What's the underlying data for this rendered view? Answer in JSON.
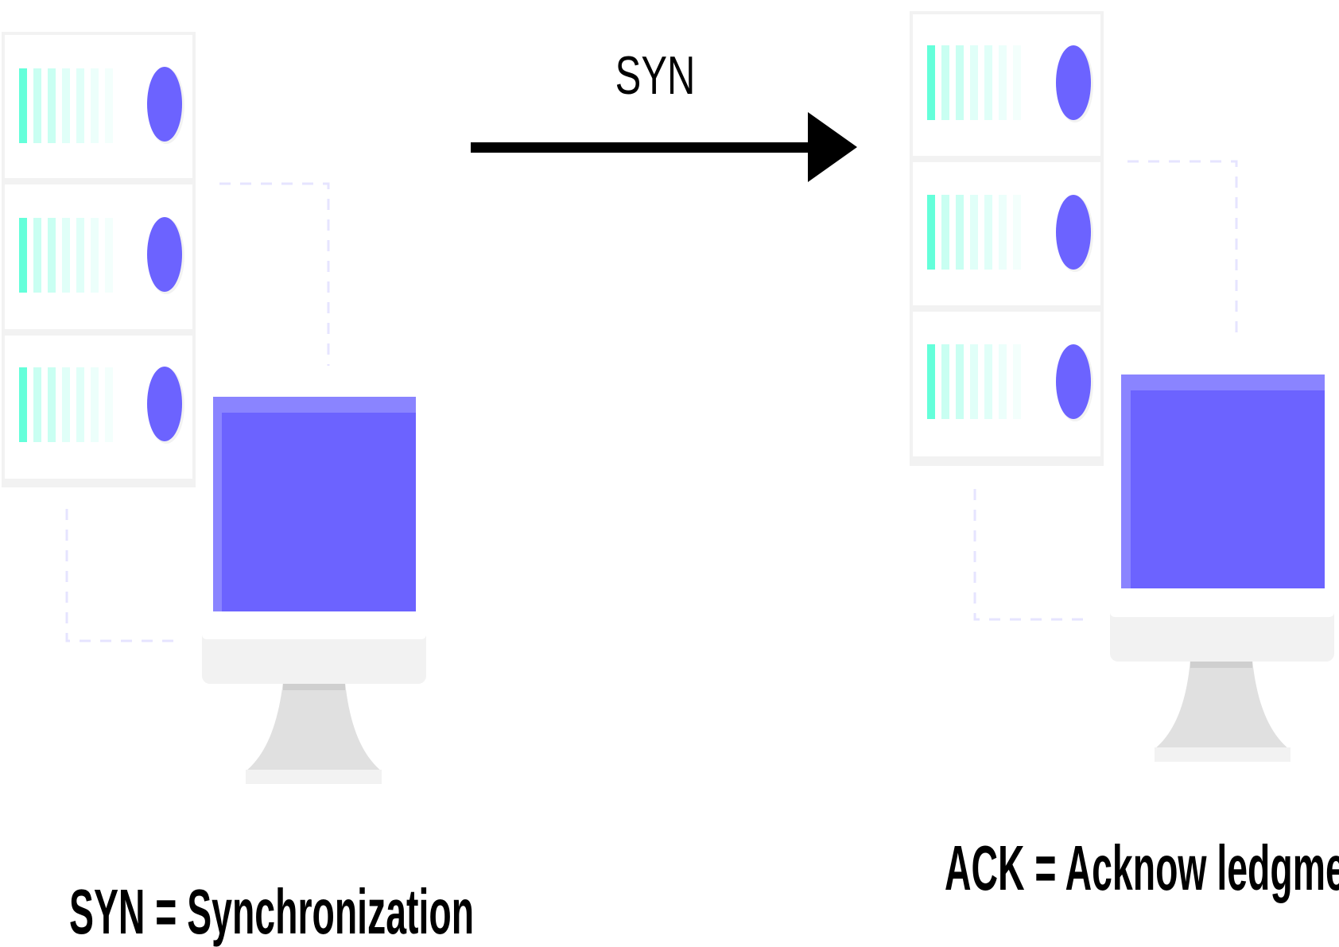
{
  "diagram": {
    "arrow_label": "SYN",
    "left_caption": "SYN = Synchronization",
    "right_caption": "ACK = Acknow ledgment"
  },
  "colors": {
    "screen": "#6c63ff",
    "screen_highlight": "#8a84ff",
    "server_light": "#64ffda",
    "led": "#6c63ff",
    "frame": "#f2f2f2",
    "stand": "#e0e0e0",
    "dash": "#e6e4ff",
    "arrow": "#000000"
  },
  "icons": {
    "left_server": "server-rack-icon",
    "left_computer": "desktop-monitor-icon",
    "right_server": "server-rack-icon",
    "right_computer": "desktop-monitor-icon"
  }
}
